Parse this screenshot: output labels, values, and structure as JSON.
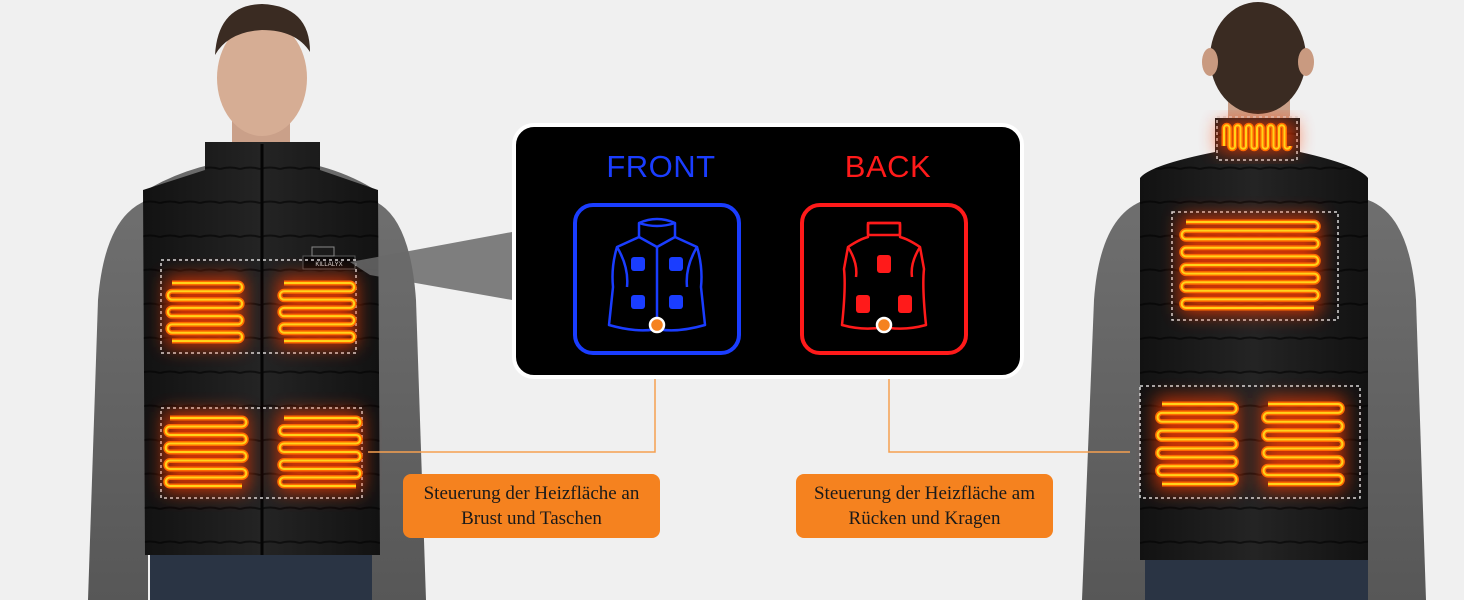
{
  "colors": {
    "front": "#1a3dff",
    "back": "#ff1a1a",
    "heat_core": "#ffd21a",
    "heat_glow": "#ff3a00",
    "callout_bg": "#f5821f",
    "leader": "#f5a050"
  },
  "panel": {
    "front_label": "FRONT",
    "back_label": "BACK",
    "front_icon": "front-vest-icon",
    "back_icon": "back-vest-icon"
  },
  "callouts": {
    "front": {
      "line1": "Steuerung der Heizfläche an",
      "line2": "Brust und Taschen"
    },
    "back": {
      "line1": "Steuerung der Heizfläche am",
      "line2": "Rücken und Kragen"
    }
  },
  "vest_logo": "KILLALYX"
}
